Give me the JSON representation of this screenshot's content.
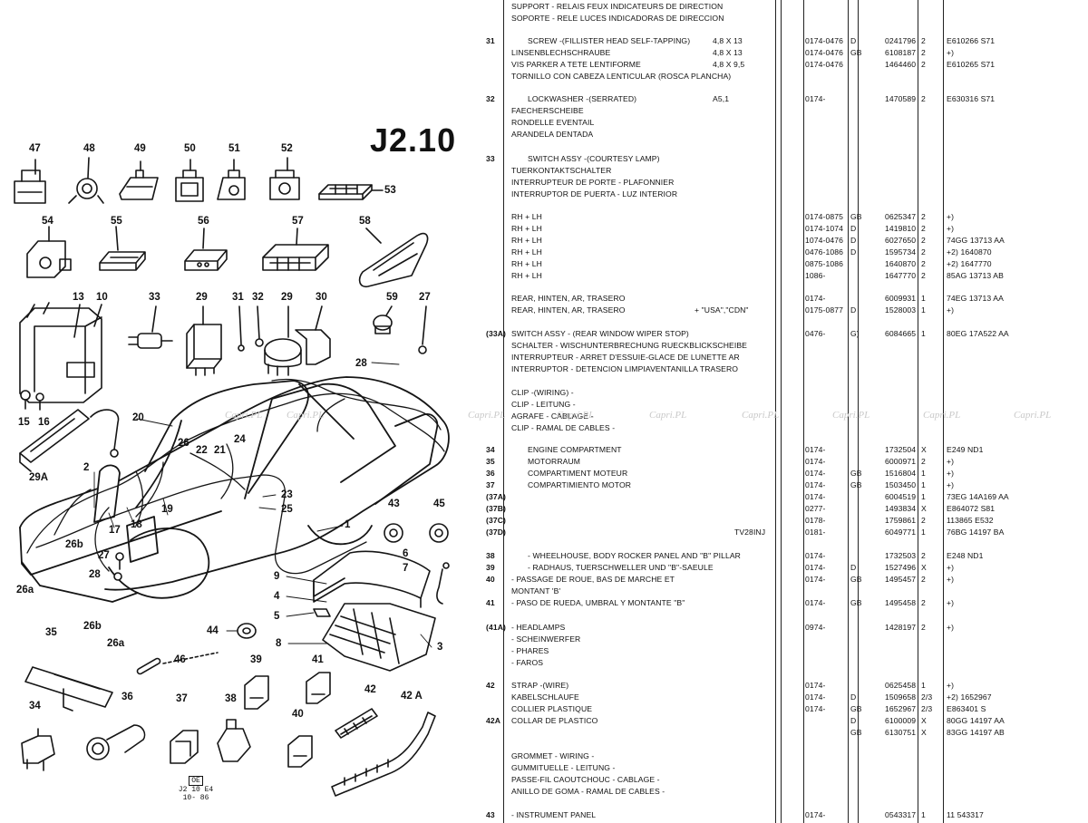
{
  "diagram": {
    "code": "J2.10",
    "callouts": [
      "47",
      "48",
      "49",
      "50",
      "51",
      "52",
      "53",
      "54",
      "55",
      "56",
      "57",
      "58",
      "13",
      "10",
      "33",
      "29",
      "31",
      "32",
      "29",
      "30",
      "59",
      "27",
      "28",
      "15",
      "16",
      "20",
      "29A",
      "2",
      "26",
      "22",
      "21",
      "24",
      "23",
      "25",
      "17",
      "18",
      "19",
      "1",
      "43",
      "45",
      "26b",
      "27",
      "28",
      "26a",
      "9",
      "4",
      "5",
      "8",
      "6",
      "7",
      "3",
      "26b",
      "26a",
      "44",
      "35",
      "46",
      "39",
      "41",
      "42",
      "42 A",
      "36",
      "37",
      "38",
      "40",
      "34"
    ],
    "stamp": {
      "box": "OE",
      "line1": "J2 10 E4",
      "line2": "10- 86"
    }
  },
  "watermark": "Capri.PL",
  "rows": [
    {
      "ref": "",
      "desc": "SUPPORT - RELAIS FEUX INDICATEURS DE DIRECTION",
      "spec": "",
      "date": "",
      "cc": "",
      "part": "",
      "qty": "",
      "notes": ""
    },
    {
      "ref": "",
      "desc": "SOPORTE - RELE LUCES INDICADORAS DE DIRECCION",
      "spec": "",
      "date": "",
      "cc": "",
      "part": "",
      "qty": "",
      "notes": ""
    },
    {
      "ref": "31",
      "desc": "SCREW -(FILLISTER HEAD SELF-TAPPING)",
      "spec": "4,8 X 13",
      "date": "0174-0476",
      "cc": "D",
      "part": "0241796",
      "qty": "2",
      "notes": "E610266 S71"
    },
    {
      "ref": "",
      "desc": "LINSENBLECHSCHRAUBE",
      "spec": "4,8 X 13",
      "date": "0174-0476",
      "cc": "GB",
      "part": "6108187",
      "qty": "2",
      "notes": "+)"
    },
    {
      "ref": "",
      "desc": "VIS PARKER A TETE LENTIFORME",
      "spec": "4,8 X 9,5",
      "date": "0174-0476",
      "cc": "",
      "part": "1464460",
      "qty": "2",
      "notes": "E610265 S71"
    },
    {
      "ref": "",
      "desc": "TORNILLO CON CABEZA LENTICULAR (ROSCA PLANCHA)",
      "spec": "",
      "date": "",
      "cc": "",
      "part": "",
      "qty": "",
      "notes": ""
    },
    {
      "ref": "32",
      "desc": "LOCKWASHER -(SERRATED)",
      "spec": "A5,1",
      "date": "0174-",
      "cc": "",
      "part": "1470589",
      "qty": "2",
      "notes": "E630316 S71"
    },
    {
      "ref": "",
      "desc": "FAECHERSCHEIBE",
      "spec": "",
      "date": "",
      "cc": "",
      "part": "",
      "qty": "",
      "notes": ""
    },
    {
      "ref": "",
      "desc": "RONDELLE EVENTAIL",
      "spec": "",
      "date": "",
      "cc": "",
      "part": "",
      "qty": "",
      "notes": ""
    },
    {
      "ref": "",
      "desc": "ARANDELA DENTADA",
      "spec": "",
      "date": "",
      "cc": "",
      "part": "",
      "qty": "",
      "notes": ""
    },
    {
      "ref": "33",
      "desc": "SWITCH ASSY -(COURTESY LAMP)",
      "spec": "",
      "date": "",
      "cc": "",
      "part": "",
      "qty": "",
      "notes": ""
    },
    {
      "ref": "",
      "desc": "TUERKONTAKTSCHALTER",
      "spec": "",
      "date": "",
      "cc": "",
      "part": "",
      "qty": "",
      "notes": ""
    },
    {
      "ref": "",
      "desc": "INTERRUPTEUR DE PORTE - PLAFONNIER",
      "spec": "",
      "date": "",
      "cc": "",
      "part": "",
      "qty": "",
      "notes": ""
    },
    {
      "ref": "",
      "desc": "INTERRUPTOR DE PUERTA - LUZ INTERIOR",
      "spec": "",
      "date": "",
      "cc": "",
      "part": "",
      "qty": "",
      "notes": ""
    },
    {
      "ref": "",
      "desc": "RH + LH",
      "spec": "",
      "date": "0174-0875",
      "cc": "GB",
      "part": "0625347",
      "qty": "2",
      "notes": "+)"
    },
    {
      "ref": "",
      "desc": "RH + LH",
      "spec": "",
      "date": "0174-1074",
      "cc": "D",
      "part": "1419810",
      "qty": "2",
      "notes": "+)"
    },
    {
      "ref": "",
      "desc": "RH + LH",
      "spec": "",
      "date": "1074-0476",
      "cc": "D",
      "part": "6027650",
      "qty": "2",
      "notes": "74GG 13713 AA"
    },
    {
      "ref": "",
      "desc": "RH + LH",
      "spec": "",
      "date": "0476-1086",
      "cc": "D",
      "part": "1595734",
      "qty": "2",
      "notes": "+2) 1640870"
    },
    {
      "ref": "",
      "desc": "RH + LH",
      "spec": "",
      "date": "0875-1086",
      "cc": "",
      "part": "1640870",
      "qty": "2",
      "notes": "+2) 1647770"
    },
    {
      "ref": "",
      "desc": "RH + LH",
      "spec": "",
      "date": "1086-",
      "cc": "",
      "part": "1647770",
      "qty": "2",
      "notes": "85AG 13713 AB"
    },
    {
      "ref": "",
      "desc": "REAR, HINTEN, AR, TRASERO",
      "spec": "",
      "date": "0174-",
      "cc": "",
      "part": "6009931",
      "qty": "1",
      "notes": "74EG 13713 AA"
    },
    {
      "ref": "",
      "desc": "REAR, HINTEN, AR, TRASERO",
      "spec": "+ \"USA\",\"CDN\"",
      "date": "0175-0877",
      "cc": "D",
      "part": "1528003",
      "qty": "1",
      "notes": "+)"
    },
    {
      "ref": "(33A)",
      "desc": "SWITCH ASSY - (REAR WINDOW WIPER STOP)",
      "spec": "",
      "date": "0476-",
      "cc": "G)",
      "part": "6084665",
      "qty": "1",
      "notes": "80EG 17A522 AA"
    },
    {
      "ref": "",
      "desc": "SCHALTER - WISCHUNTERBRECHUNG RUECKBLICKSCHEIBE",
      "spec": "",
      "date": "",
      "cc": "",
      "part": "",
      "qty": "",
      "notes": ""
    },
    {
      "ref": "",
      "desc": "INTERRUPTEUR - ARRET D'ESSUIE-GLACE DE LUNETTE AR",
      "spec": "",
      "date": "",
      "cc": "",
      "part": "",
      "qty": "",
      "notes": ""
    },
    {
      "ref": "",
      "desc": "INTERRUPTOR - DETENCION LIMPIAVENTANILLA TRASERO",
      "spec": "",
      "date": "",
      "cc": "",
      "part": "",
      "qty": "",
      "notes": ""
    },
    {
      "ref": "",
      "desc": "CLIP -(WIRING) -",
      "spec": "",
      "date": "",
      "cc": "",
      "part": "",
      "qty": "",
      "notes": ""
    },
    {
      "ref": "",
      "desc": "CLIP - LEITUNG -",
      "spec": "",
      "date": "",
      "cc": "",
      "part": "",
      "qty": "",
      "notes": ""
    },
    {
      "ref": "",
      "desc": "AGRAFE - CABLAGE -",
      "spec": "",
      "date": "",
      "cc": "",
      "part": "",
      "qty": "",
      "notes": ""
    },
    {
      "ref": "",
      "desc": "CLIP - RAMAL DE CABLES -",
      "spec": "",
      "date": "",
      "cc": "",
      "part": "",
      "qty": "",
      "notes": ""
    },
    {
      "ref": "34",
      "desc": "ENGINE COMPARTMENT",
      "spec": "",
      "date": "0174-",
      "cc": "",
      "part": "1732504",
      "qty": "X",
      "notes": "E249 ND1"
    },
    {
      "ref": "35",
      "desc": "MOTORRAUM",
      "spec": "",
      "date": "0174-",
      "cc": "",
      "part": "6000971",
      "qty": "2",
      "notes": "+)"
    },
    {
      "ref": "36",
      "desc": "COMPARTIMENT MOTEUR",
      "spec": "",
      "date": "0174-",
      "cc": "GB",
      "part": "1516804",
      "qty": "1",
      "notes": "+)"
    },
    {
      "ref": "37",
      "desc": "COMPARTIMIENTO MOTOR",
      "spec": "",
      "date": "0174-",
      "cc": "GB",
      "part": "1503450",
      "qty": "1",
      "notes": "+)"
    },
    {
      "ref": "(37A)",
      "desc": "",
      "spec": "",
      "date": "0174-",
      "cc": "",
      "part": "6004519",
      "qty": "1",
      "notes": "73EG 14A169 AA"
    },
    {
      "ref": "(37B)",
      "desc": "",
      "spec": "",
      "date": "0277-",
      "cc": "",
      "part": "1493834",
      "qty": "X",
      "notes": "E864072 S81"
    },
    {
      "ref": "(37C)",
      "desc": "",
      "spec": "",
      "date": "0178-",
      "cc": "",
      "part": "1759861",
      "qty": "2",
      "notes": "113865 E532"
    },
    {
      "ref": "(37D)",
      "desc": "",
      "spec": "TV28INJ",
      "date": "0181-",
      "cc": "",
      "part": "6049771",
      "qty": "1",
      "notes": "76BG 14197 BA"
    },
    {
      "ref": "38",
      "desc": "- WHEELHOUSE, BODY ROCKER PANEL AND \"B\" PILLAR",
      "spec": "",
      "date": "0174-",
      "cc": "",
      "part": "1732503",
      "qty": "2",
      "notes": "E248 ND1"
    },
    {
      "ref": "39",
      "desc": "- RADHAUS, TUERSCHWELLER UND \"B\"-SAEULE",
      "spec": "",
      "date": "0174-",
      "cc": "D",
      "part": "1527496",
      "qty": "X",
      "notes": "+)"
    },
    {
      "ref": "40",
      "desc": "- PASSAGE DE ROUE, BAS DE MARCHE ET",
      "spec": "",
      "date": "0174-",
      "cc": "GB",
      "part": "1495457",
      "qty": "2",
      "notes": "+)"
    },
    {
      "ref": "",
      "desc": "  MONTANT 'B'",
      "spec": "",
      "date": "",
      "cc": "",
      "part": "",
      "qty": "",
      "notes": ""
    },
    {
      "ref": "41",
      "desc": "- PASO DE RUEDA, UMBRAL Y MONTANTE \"B\"",
      "spec": "",
      "date": "0174-",
      "cc": "GB",
      "part": "1495458",
      "qty": "2",
      "notes": "+)"
    },
    {
      "ref": "(41A)",
      "desc": "- HEADLAMPS",
      "spec": "",
      "date": "0974-",
      "cc": "",
      "part": "1428197",
      "qty": "2",
      "notes": "+)"
    },
    {
      "ref": "",
      "desc": "- SCHEINWERFER",
      "spec": "",
      "date": "",
      "cc": "",
      "part": "",
      "qty": "",
      "notes": ""
    },
    {
      "ref": "",
      "desc": "- PHARES",
      "spec": "",
      "date": "",
      "cc": "",
      "part": "",
      "qty": "",
      "notes": ""
    },
    {
      "ref": "",
      "desc": "- FAROS",
      "spec": "",
      "date": "",
      "cc": "",
      "part": "",
      "qty": "",
      "notes": ""
    },
    {
      "ref": "42",
      "desc": "STRAP -(WIRE)",
      "spec": "",
      "date": "0174-",
      "cc": "",
      "part": "0625458",
      "qty": "1",
      "notes": "+)"
    },
    {
      "ref": "",
      "desc": "KABELSCHLAUFE",
      "spec": "",
      "date": "0174-",
      "cc": "D",
      "part": "1509658",
      "qty": "2/3",
      "notes": "+2) 1652967"
    },
    {
      "ref": "",
      "desc": "COLLIER PLASTIQUE",
      "spec": "",
      "date": "0174-",
      "cc": "GB",
      "part": "1652967",
      "qty": "2/3",
      "notes": "E863401 S"
    },
    {
      "ref": "42A",
      "desc": "COLLAR DE PLASTICO",
      "spec": "",
      "date": "",
      "cc": "D",
      "part": "6100009",
      "qty": "X",
      "notes": "80GG 14197 AA"
    },
    {
      "ref": "",
      "desc": "",
      "spec": "",
      "date": "",
      "cc": "GB",
      "part": "6130751",
      "qty": "X",
      "notes": "83GG 14197 AB"
    },
    {
      "ref": "",
      "desc": "GROMMET - WIRING -",
      "spec": "",
      "date": "",
      "cc": "",
      "part": "",
      "qty": "",
      "notes": ""
    },
    {
      "ref": "",
      "desc": "GUMMITUELLE - LEITUNG -",
      "spec": "",
      "date": "",
      "cc": "",
      "part": "",
      "qty": "",
      "notes": ""
    },
    {
      "ref": "",
      "desc": "PASSE-FIL CAOUTCHOUC - CABLAGE -",
      "spec": "",
      "date": "",
      "cc": "",
      "part": "",
      "qty": "",
      "notes": ""
    },
    {
      "ref": "",
      "desc": "ANILLO DE GOMA - RAMAL DE CABLES -",
      "spec": "",
      "date": "",
      "cc": "",
      "part": "",
      "qty": "",
      "notes": ""
    },
    {
      "ref": "43",
      "desc": "- INSTRUMENT PANEL",
      "spec": "",
      "date": "0174-",
      "cc": "",
      "part": "0543317",
      "qty": "1",
      "notes": "11 543317"
    }
  ]
}
